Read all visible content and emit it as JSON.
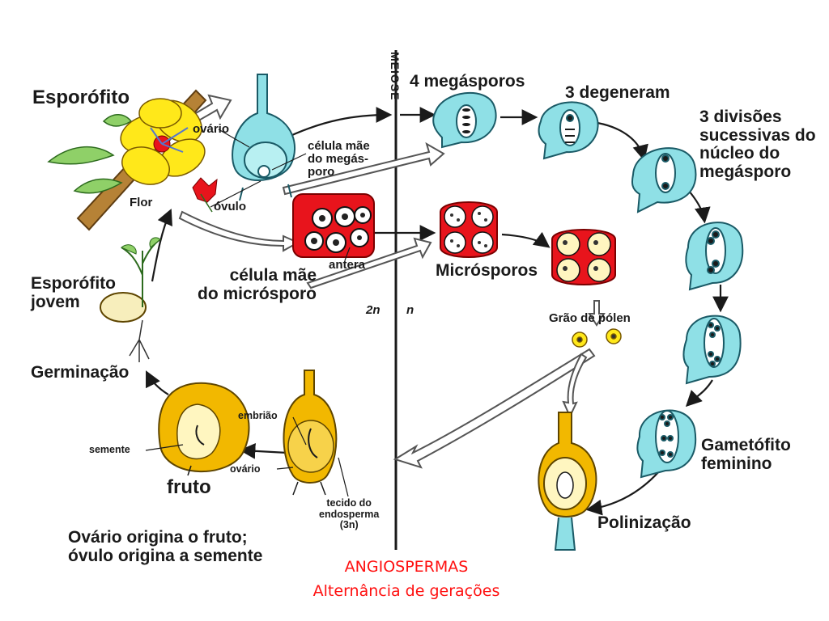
{
  "labels": {
    "esporofito": "Esporófito",
    "ovario_top": "ovário",
    "celula_mae_megasporo": "célula mãe\ndo megás-\nporo",
    "flor": "Flor",
    "ovulo": "óvulo",
    "meiose": "MEIOSE",
    "megasporos": "4 megásporos",
    "degeneram": "3 degeneram",
    "divisoes": "3 divisões\nsucessivas do\nnúcleo do\nmegásporo",
    "antera": "antera",
    "celula_mae_microsporo": "célula mãe\ndo micrósporo",
    "microsporos": "Micrósporos",
    "esporofito_jovem": "Esporófito\njovem",
    "two_n": "2n",
    "n": "n",
    "grao_polen": "Grão de pólen",
    "germinacao": "Germinação",
    "embriao": "embrião",
    "semente": "semente",
    "ovario_bottom": "ovário",
    "fruto": "fruto",
    "tecido": "tecido do\nendosperma\n(3n)",
    "gametofito": "Gametófito\nfeminino",
    "polinizacao": "Polinização",
    "summary": "Ovário origina o fruto;\nóvulo origina a semente"
  },
  "caption": {
    "line1": "ANGIOSPERMAS",
    "line2": "Alternância de gerações"
  },
  "colors": {
    "ovule_cyan": "#8fe0e6",
    "anther_red": "#e8141c",
    "seed_yellow": "#f2b800",
    "flower_yellow": "#ffe81a",
    "caption_red": "#ff1010"
  }
}
